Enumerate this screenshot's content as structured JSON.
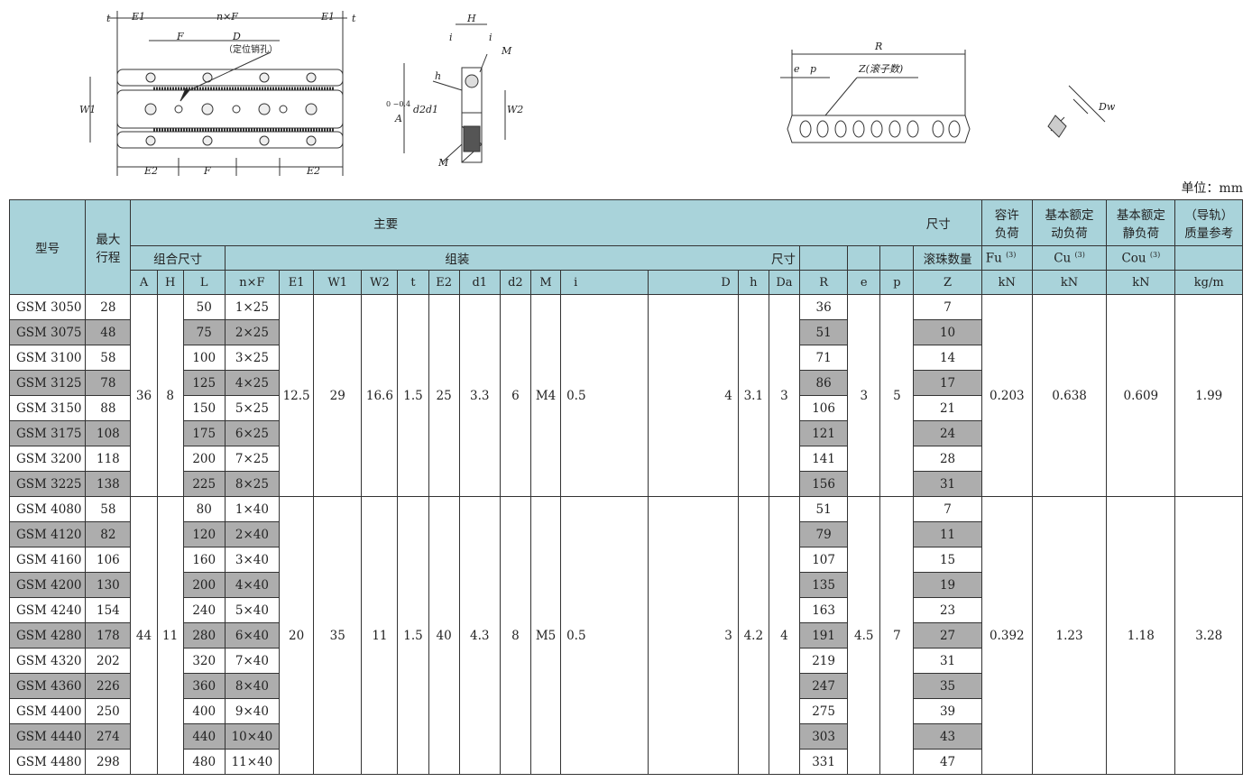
{
  "figure": {
    "left_labels": {
      "t": "t",
      "E1": "E1",
      "nF": "n×F",
      "D": "D",
      "D_note": "（定位销孔）",
      "F": "F",
      "W1": "W1",
      "E2": "E2"
    },
    "middle_labels": {
      "H": "H",
      "i": "i",
      "M": "M",
      "h": "h",
      "A": "A",
      "A_tol": "0 −0.4",
      "d2": "d2",
      "d1": "d1",
      "W2": "W2"
    },
    "right_labels": {
      "R": "R",
      "e": "e",
      "p": "p",
      "Z": "Z(滚子数)"
    },
    "roller_labels": {
      "Dw": "Dw"
    }
  },
  "unit_label": "单位：mm",
  "header": {
    "model": "型号",
    "stroke": [
      "最大",
      "行程"
    ],
    "main": "主要",
    "dims": "尺寸",
    "assembly_dims": "组合尺寸",
    "assembly": "组装",
    "size": "尺寸",
    "balls_count": "滚珠数量",
    "allow_load": [
      "容许",
      "负荷"
    ],
    "dyn_load": [
      "基本额定",
      "动负荷"
    ],
    "static_load": [
      "基本额定",
      "静负荷"
    ],
    "mass": [
      "（导轨）",
      "质量参考"
    ],
    "fu": "Fu",
    "cu": "Cu",
    "cou": "Cou",
    "sup3": "(3)",
    "cols": [
      "A",
      "H",
      "L",
      "n×F",
      "E1",
      "W1",
      "W2",
      "t",
      "E2",
      "d1",
      "d2",
      "M",
      "i",
      "D",
      "h",
      "Da",
      "R",
      "e",
      "p",
      "Z"
    ],
    "units": [
      "kN",
      "kN",
      "kN",
      "kg/m"
    ]
  },
  "groups": [
    {
      "A": "36",
      "H": "8",
      "E1": "12.5",
      "W1": "29",
      "W2": "16.6",
      "t": "1.5",
      "E2": "25",
      "d1": "3.3",
      "d2": "6",
      "M": "M4",
      "i": "0.5",
      "D": "4",
      "h": "3.1",
      "Da": "3",
      "e": "3",
      "p": "5",
      "Fu": "0.203",
      "Cu": "0.638",
      "Cou": "0.609",
      "mass": "1.99",
      "rows": [
        {
          "model": "GSM 3050",
          "stroke": "28",
          "L": "50",
          "nF": "1×25",
          "R": "36",
          "Z": "7"
        },
        {
          "model": "GSM 3075",
          "stroke": "48",
          "L": "75",
          "nF": "2×25",
          "R": "51",
          "Z": "10"
        },
        {
          "model": "GSM 3100",
          "stroke": "58",
          "L": "100",
          "nF": "3×25",
          "R": "71",
          "Z": "14"
        },
        {
          "model": "GSM 3125",
          "stroke": "78",
          "L": "125",
          "nF": "4×25",
          "R": "86",
          "Z": "17"
        },
        {
          "model": "GSM 3150",
          "stroke": "88",
          "L": "150",
          "nF": "5×25",
          "R": "106",
          "Z": "21"
        },
        {
          "model": "GSM 3175",
          "stroke": "108",
          "L": "175",
          "nF": "6×25",
          "R": "121",
          "Z": "24"
        },
        {
          "model": "GSM 3200",
          "stroke": "118",
          "L": "200",
          "nF": "7×25",
          "R": "141",
          "Z": "28"
        },
        {
          "model": "GSM 3225",
          "stroke": "138",
          "L": "225",
          "nF": "8×25",
          "R": "156",
          "Z": "31"
        }
      ]
    },
    {
      "A": "44",
      "H": "11",
      "E1": "20",
      "W1": "35",
      "W2": "11",
      "t": "1.5",
      "E2": "40",
      "d1": "4.3",
      "d2": "8",
      "M": "M5",
      "i": "0.5",
      "D": "3",
      "h": "4.2",
      "Da": "4",
      "e": "4.5",
      "p": "7",
      "Fu": "0.392",
      "Cu": "1.23",
      "Cou": "1.18",
      "mass": "3.28",
      "rows": [
        {
          "model": "GSM 4080",
          "stroke": "58",
          "L": "80",
          "nF": "1×40",
          "R": "51",
          "Z": "7"
        },
        {
          "model": "GSM 4120",
          "stroke": "82",
          "L": "120",
          "nF": "2×40",
          "R": "79",
          "Z": "11"
        },
        {
          "model": "GSM 4160",
          "stroke": "106",
          "L": "160",
          "nF": "3×40",
          "R": "107",
          "Z": "15"
        },
        {
          "model": "GSM 4200",
          "stroke": "130",
          "L": "200",
          "nF": "4×40",
          "R": "135",
          "Z": "19"
        },
        {
          "model": "GSM 4240",
          "stroke": "154",
          "L": "240",
          "nF": "5×40",
          "R": "163",
          "Z": "23"
        },
        {
          "model": "GSM 4280",
          "stroke": "178",
          "L": "280",
          "nF": "6×40",
          "R": "191",
          "Z": "27"
        },
        {
          "model": "GSM 4320",
          "stroke": "202",
          "L": "320",
          "nF": "7×40",
          "R": "219",
          "Z": "31"
        },
        {
          "model": "GSM 4360",
          "stroke": "226",
          "L": "360",
          "nF": "8×40",
          "R": "247",
          "Z": "35"
        },
        {
          "model": "GSM 4400",
          "stroke": "250",
          "L": "400",
          "nF": "9×40",
          "R": "275",
          "Z": "39"
        },
        {
          "model": "GSM 4440",
          "stroke": "274",
          "L": "440",
          "nF": "10×40",
          "R": "303",
          "Z": "43"
        },
        {
          "model": "GSM 4480",
          "stroke": "298",
          "L": "480",
          "nF": "11×40",
          "R": "331",
          "Z": "47"
        }
      ]
    }
  ]
}
